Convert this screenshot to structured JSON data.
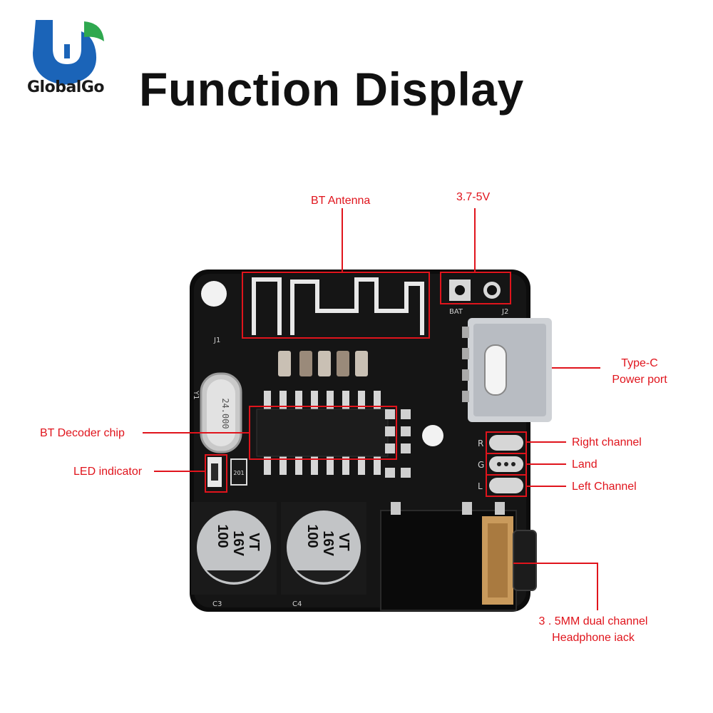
{
  "brand": {
    "name": "GlobalGo",
    "colors": {
      "blue": "#1b64b8",
      "green": "#2fa84f"
    }
  },
  "title": "Function Display",
  "accent_color": "#e0141c",
  "board": {
    "silkscreen": {
      "crystal": "24.000",
      "crystal_ref": "Y1",
      "antenna_ref": "J1",
      "battery_ref": "BAT",
      "power_ref": "J2",
      "cap_left_ref": "C3",
      "cap_right_ref": "C4",
      "cap_value": "100",
      "cap_voltage": "16V",
      "cap_series": "VT",
      "pin_r": "R",
      "pin_g": "G",
      "pin_l": "L",
      "resistor": "201"
    }
  },
  "labels": {
    "bt_antenna": "BT Antenna",
    "voltage": "3.7-5V",
    "type_c_line1": "Type-C",
    "type_c_line2": "Power port",
    "bt_decoder": "BT Decoder chip",
    "led": "LED indicator",
    "right_channel": "Right channel",
    "land": "Land",
    "left_channel": "Left Channel",
    "jack_line1": "3 . 5MM dual channel",
    "jack_line2": "Headphone iack"
  }
}
